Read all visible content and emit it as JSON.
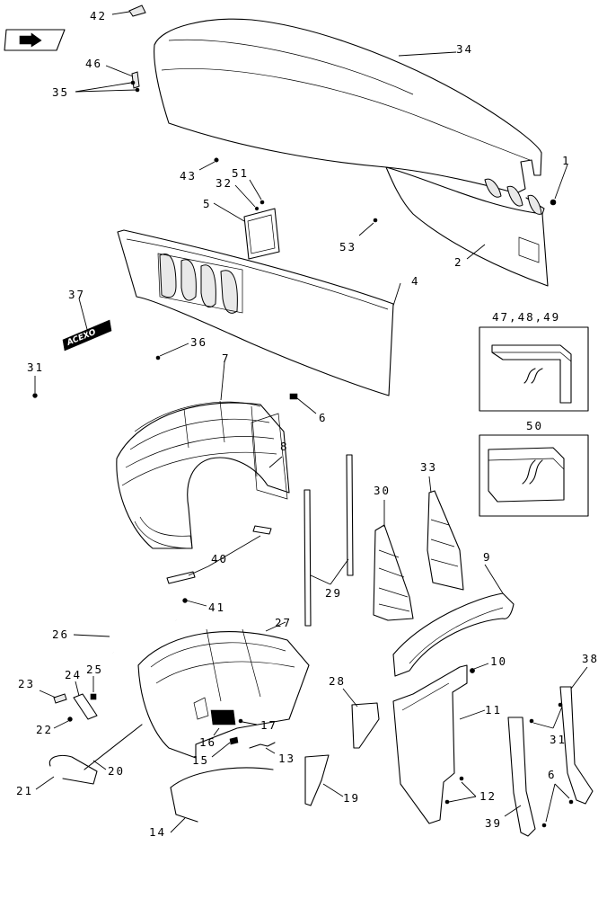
{
  "callouts": [
    {
      "id": "1",
      "label": "1"
    },
    {
      "id": "2",
      "label": "2"
    },
    {
      "id": "4",
      "label": "4"
    },
    {
      "id": "5",
      "label": "5"
    },
    {
      "id": "6a",
      "label": "6"
    },
    {
      "id": "6b",
      "label": "6"
    },
    {
      "id": "7",
      "label": "7"
    },
    {
      "id": "8",
      "label": "8"
    },
    {
      "id": "9",
      "label": "9"
    },
    {
      "id": "10",
      "label": "10"
    },
    {
      "id": "11",
      "label": "11"
    },
    {
      "id": "12",
      "label": "12"
    },
    {
      "id": "13",
      "label": "13"
    },
    {
      "id": "14",
      "label": "14"
    },
    {
      "id": "15",
      "label": "15"
    },
    {
      "id": "16",
      "label": "16"
    },
    {
      "id": "17",
      "label": "17"
    },
    {
      "id": "19",
      "label": "19"
    },
    {
      "id": "20",
      "label": "20"
    },
    {
      "id": "21",
      "label": "21"
    },
    {
      "id": "22",
      "label": "22"
    },
    {
      "id": "23",
      "label": "23"
    },
    {
      "id": "24",
      "label": "24"
    },
    {
      "id": "25",
      "label": "25"
    },
    {
      "id": "26",
      "label": "26"
    },
    {
      "id": "27",
      "label": "27"
    },
    {
      "id": "28",
      "label": "28"
    },
    {
      "id": "29",
      "label": "29"
    },
    {
      "id": "30",
      "label": "30"
    },
    {
      "id": "31a",
      "label": "31"
    },
    {
      "id": "31b",
      "label": "31"
    },
    {
      "id": "32",
      "label": "32"
    },
    {
      "id": "33",
      "label": "33"
    },
    {
      "id": "34",
      "label": "34"
    },
    {
      "id": "35",
      "label": "35"
    },
    {
      "id": "36",
      "label": "36"
    },
    {
      "id": "37",
      "label": "37"
    },
    {
      "id": "38",
      "label": "38"
    },
    {
      "id": "39",
      "label": "39"
    },
    {
      "id": "40",
      "label": "40"
    },
    {
      "id": "41",
      "label": "41"
    },
    {
      "id": "42",
      "label": "42"
    },
    {
      "id": "43",
      "label": "43"
    },
    {
      "id": "46",
      "label": "46"
    },
    {
      "id": "51",
      "label": "51"
    },
    {
      "id": "53",
      "label": "53"
    }
  ],
  "insets": {
    "top": {
      "title": "47,48,49"
    },
    "bottom": {
      "title": "50"
    }
  },
  "decal_text": "ACEXO"
}
